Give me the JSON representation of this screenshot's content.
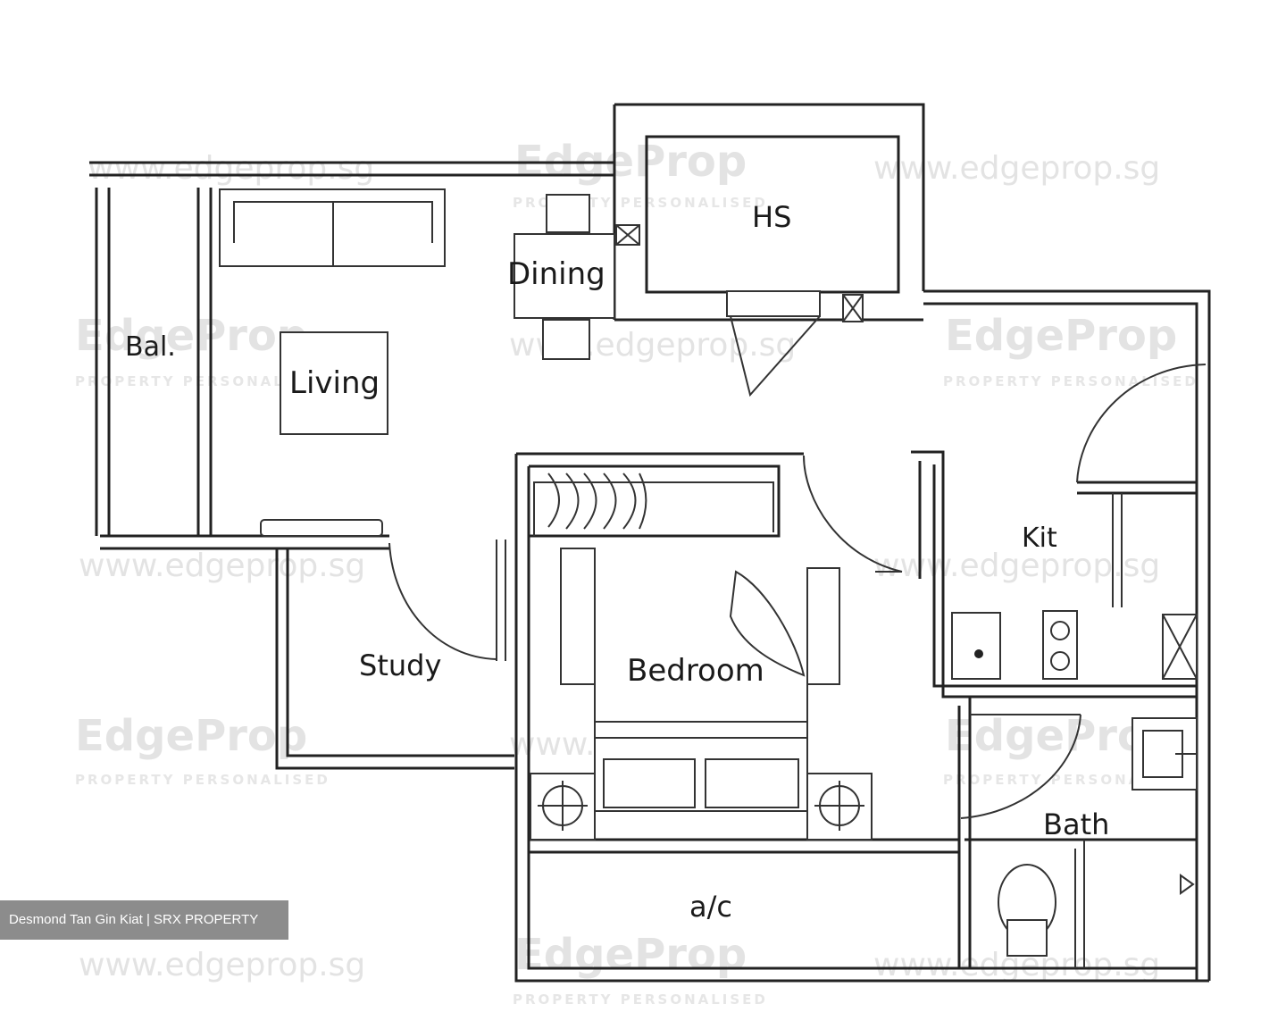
{
  "rooms": {
    "balcony": "Bal.",
    "living": "Living",
    "dining": "Dining",
    "household_shelter": "HS",
    "study": "Study",
    "bedroom": "Bedroom",
    "kitchen": "Kit",
    "bath": "Bath",
    "aircon_ledge": "a/c"
  },
  "watermark": {
    "brand": "EdgeProp",
    "tagline": "PROPERTY PERSONALISED",
    "url": "www.edgeprop.sg"
  },
  "credit": "Desmond Tan Gin Kiat | SRX PROPERTY",
  "colors": {
    "line": "#222222",
    "watermark": "#e3e3e3",
    "credit_bg": "#8c8c8c"
  }
}
